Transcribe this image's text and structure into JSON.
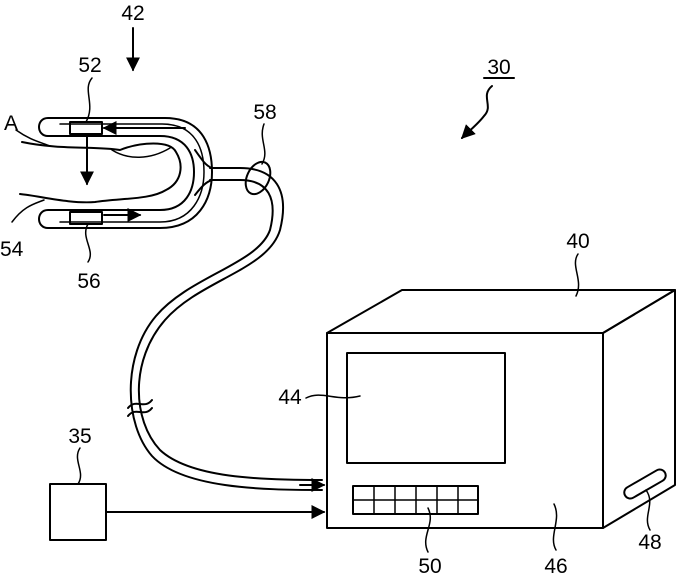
{
  "labels": {
    "system": "30",
    "pointer": "42",
    "emitter": "52",
    "axis": "A",
    "finger": "54",
    "detector": "56",
    "cable": "58",
    "monitor": "40",
    "display": "44",
    "input_device": "35",
    "port": "48",
    "keypad": "50",
    "housing": "46"
  }
}
